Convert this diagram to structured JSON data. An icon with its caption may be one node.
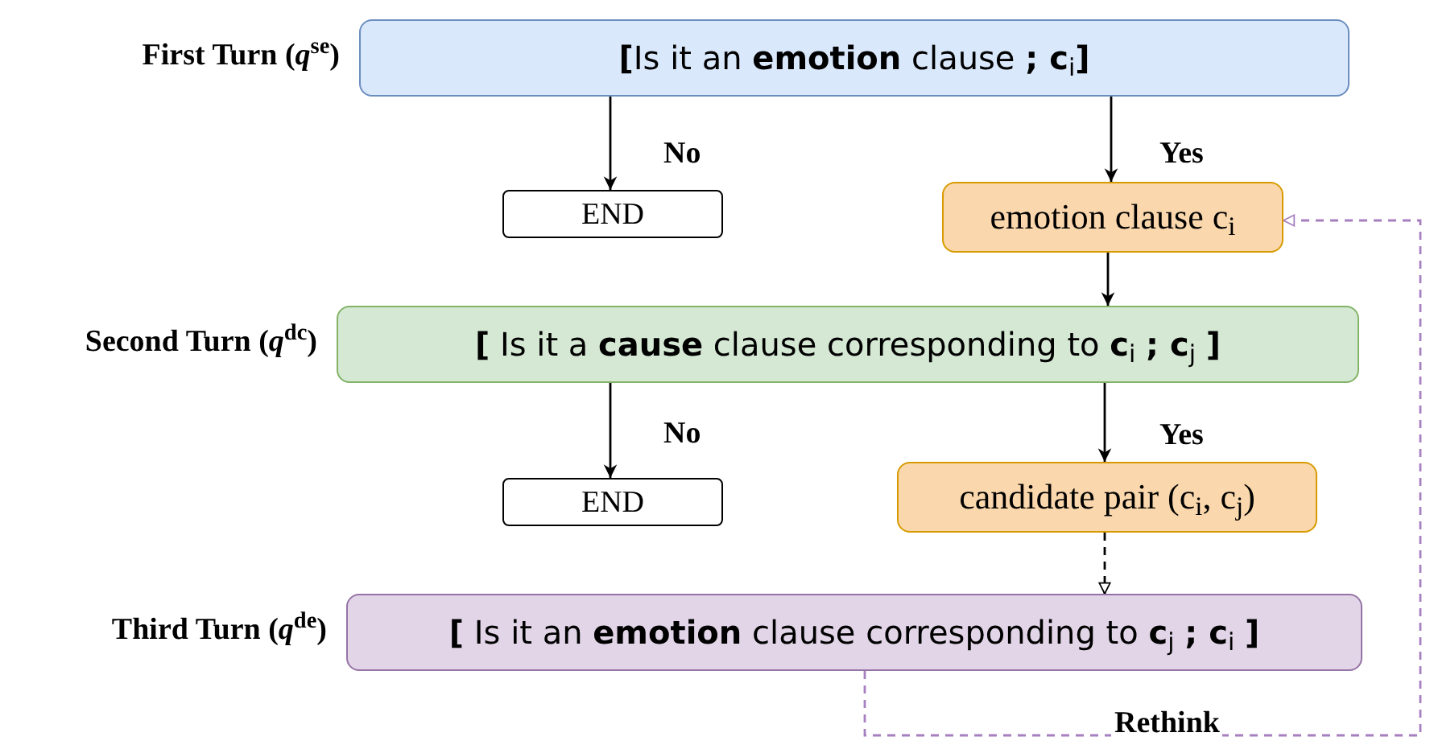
{
  "diagram": {
    "nodes": [
      {
        "text": [
          "**[**Is it an **emotion** clause **; c**$_{i}$**]**"
        ],
        "beside": [
          "First Turn (*q*$^{se}$)"
        ]
      },
      {
        "text": [
          "END"
        ]
      },
      {
        "text": [
          "emotion clause c$_{i}$"
        ]
      },
      {
        "text": [
          "**[** Is it a **cause** clause corresponding to **c**$_{i}$ **; c**$_{j}$ **]**"
        ],
        "beside": [
          "Second Turn (*q*$^{dc}$)"
        ]
      },
      {
        "text": [
          "END"
        ]
      },
      {
        "text": [
          "candidate pair (c$_{i}$, c$_{j}$)"
        ]
      },
      {
        "text": [
          "**[** Is it an **emotion** clause corresponding to **c**$_{j}$ **; c**$_{i}$ **]**"
        ],
        "beside": [
          "Third Turn (*q*$^{de}$)"
        ]
      }
    ],
    "edges": [
      {
        "from": 0,
        "to": 1,
        "arrow": "to",
        "label": "No"
      },
      {
        "from": 0,
        "to": 2,
        "arrow": "to",
        "label": "Yes"
      },
      {
        "from": 2,
        "to": 3,
        "arrow": "to"
      },
      {
        "from": 3,
        "to": 4,
        "arrow": "to",
        "label": "No"
      },
      {
        "from": 3,
        "to": 5,
        "arrow": "to",
        "label": "Yes"
      },
      {
        "from": 5,
        "to": 6,
        "arrow": "to",
        "style": "dashed"
      },
      {
        "from": 6,
        "to": 2,
        "arrow": "to",
        "style": "dashed",
        "color": "#a67fc0",
        "label": "Rethink"
      }
    ]
  }
}
